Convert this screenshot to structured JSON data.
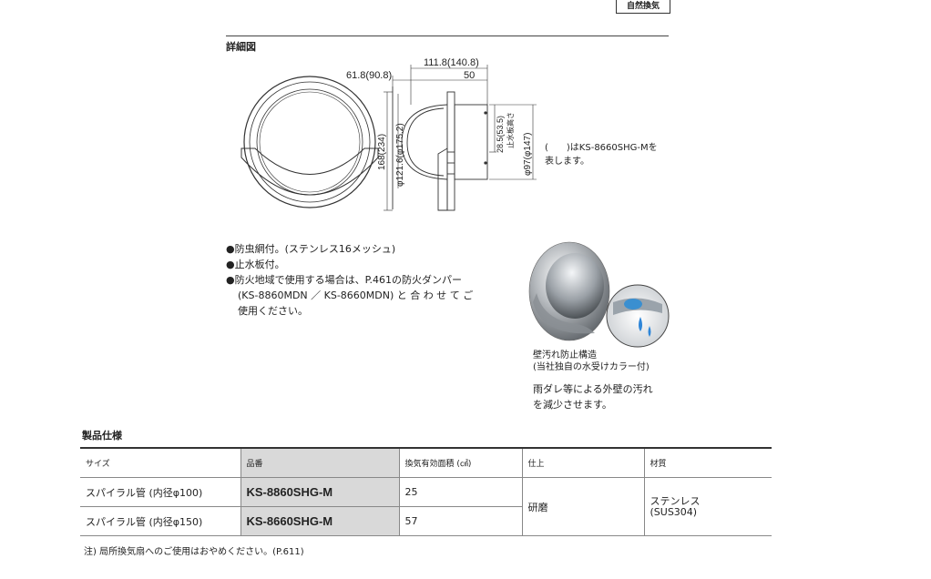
{
  "badge": "自然換気",
  "detail": {
    "title": "詳細図",
    "dims": {
      "width_total": "111.8(140.8)",
      "depth": "61.8(90.8)",
      "flange": "50",
      "height_outer": "168(234)",
      "dia_inner": "φ121.6(φ175.2)",
      "water_offset": "28.5(53.5)",
      "water_label": "止水板高さ",
      "dia_pipe": "φ97(φ147)"
    },
    "note_line1": "(　　)はKS-8660SHG-Mを",
    "note_line2": "表します。"
  },
  "features": [
    "●防虫網付。(ステンレス16メッシュ)",
    "●止水板付。",
    "●防火地域で使用する場合は、P.461の防火ダンパー",
    "(KS-8860MDN ／ KS-8660MDN) と 合 わ せ て ご",
    "使用ください。"
  ],
  "photo": {
    "cap1": "壁汚れ防止構造",
    "cap2": "(当社独自の水受けカラー付)",
    "cap3": "雨ダレ等による外壁の汚れ",
    "cap4": "を減少させます。"
  },
  "spec": {
    "title": "製品仕様",
    "headers": [
      "サイズ",
      "品番",
      "換気有効面積 (㎠)",
      "仕上",
      "材質"
    ],
    "rows": [
      {
        "size": "スパイラル管 (内径φ100)",
        "part": "KS-8860SHG-M",
        "area": "25"
      },
      {
        "size": "スパイラル管 (内径φ150)",
        "part": "KS-8660SHG-M",
        "area": "57"
      }
    ],
    "finish": "研磨",
    "material1": "ステンレス",
    "material2": "(SUS304)"
  },
  "footnote": "注) 局所換気扇へのご使用はおやめください。(P.611)"
}
